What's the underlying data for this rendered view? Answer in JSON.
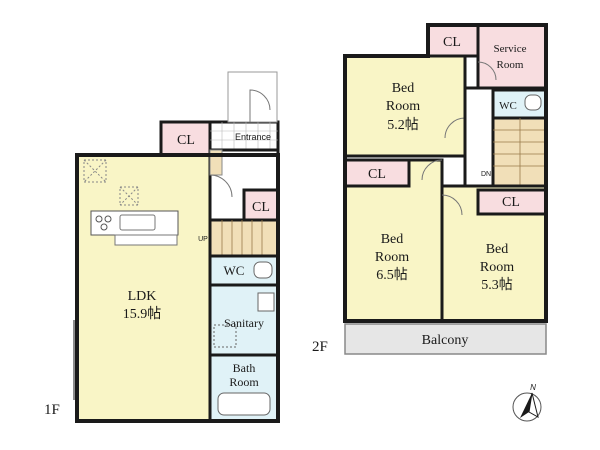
{
  "floors": {
    "first": {
      "label": "1F",
      "rooms": {
        "ldk": {
          "name": "LDK",
          "size": "15.9帖"
        },
        "cl_a": "CL",
        "cl_b": "CL",
        "entrance": "Entrance",
        "up": "UP",
        "wc": "WC",
        "sanitary": "Sanitary",
        "bath_line1": "Bath",
        "bath_line2": "Room"
      }
    },
    "second": {
      "label": "2F",
      "rooms": {
        "bed_top": {
          "line1": "Bed",
          "line2": "Room",
          "size": "5.2帖"
        },
        "bed_left": {
          "line1": "Bed",
          "line2": "Room",
          "size": "6.5帖"
        },
        "bed_right": {
          "line1": "Bed",
          "line2": "Room",
          "size": "5.3帖"
        },
        "cl_top": "CL",
        "cl_left": "CL",
        "cl_right": "CL",
        "service_line1": "Service",
        "service_line2": "Room",
        "wc": "WC",
        "dn": "DN",
        "balcony": "Balcony"
      }
    }
  },
  "compass": {
    "label": "N"
  },
  "colors": {
    "room_fill": "#f9f5c6",
    "closet_fill": "#f8dde0",
    "wet_fill": "#e0f2f7",
    "wood_fill": "#f1dfb8",
    "balcony_fill": "#e6e6e6",
    "wall": "#1a1a1a"
  }
}
